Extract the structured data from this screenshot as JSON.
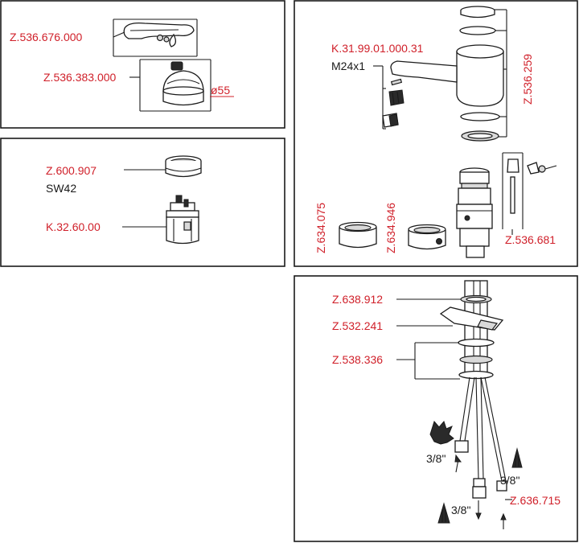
{
  "panel_1": {
    "labels": [
      "Z.536.676.000",
      "Z.536.383.000"
    ],
    "diameter": "ø55"
  },
  "panel_2": {
    "labels": [
      "Z.600.907",
      "K.32.60.00"
    ],
    "sw_note": "SW42"
  },
  "panel_3": {
    "spout_code": "K.31.99.01.000.31",
    "thread": "M24x1",
    "body_set": "Z.536.259",
    "ring_1": "Z.634.075",
    "ring_2": "Z.634.946",
    "clip_set": "Z.536.681"
  },
  "panel_4": {
    "labels": [
      "Z.638.912",
      "Z.532.241",
      "Z.538.336",
      "Z.636.715"
    ],
    "size_labels": [
      "3/8\"",
      "3/8\"",
      "3/8\""
    ]
  },
  "colors": {
    "label_red": "#d0202a",
    "label_black": "#1a1a1a",
    "frame": "#1a1a1a"
  }
}
